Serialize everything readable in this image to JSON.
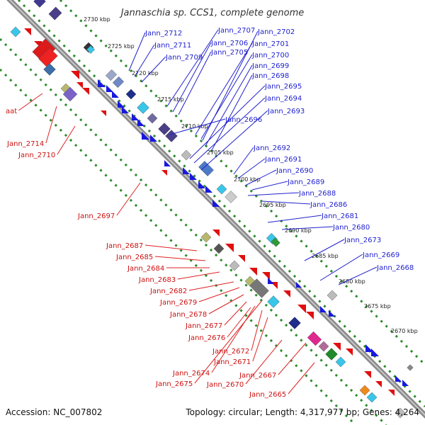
{
  "title": "Jannaschia sp. CCS1, complete genome",
  "footer": {
    "accession": "Accession: NC_007802",
    "topology": "Topology: circular; Length: 4,317,977 bp; Genes: 4,264"
  },
  "scale_labels": [
    "2730 kbp",
    "2725 kbp",
    "2720 kbp",
    "2715 kbp",
    "2710 kbp",
    "2705 kbp",
    "2700 kbp",
    "2695 kbp",
    "2690 kbp",
    "2685 kbp",
    "2680 kbp",
    "2675 kbp",
    "2670 kbp"
  ],
  "gene_labels_blue": [
    "Jann_2712",
    "Jann_2711",
    "Jann_2709",
    "Jann_2707",
    "Jann_2706",
    "Jann_2705",
    "Jann_2702",
    "Jann_2701",
    "Jann_2700",
    "Jann_2699",
    "Jann_2698",
    "Jann_2695",
    "Jann_2694",
    "Jann_2693",
    "Jann_2696",
    "Jann_2692",
    "Jann_2691",
    "Jann_2690",
    "Jann_2689",
    "Jann_2688",
    "Jann_2686",
    "Jann_2681",
    "Jann_2680",
    "Jann_2673",
    "Jann_2669",
    "Jann_2668"
  ],
  "gene_labels_red": [
    "aat",
    "Jann_2714",
    "Jann_2710",
    "Jann_2697",
    "Jann_2687",
    "Jann_2685",
    "Jann_2684",
    "Jann_2683",
    "Jann_2682",
    "Jann_2679",
    "Jann_2678",
    "Jann_2677",
    "Jann_2676",
    "Jann_2672",
    "Jann_2671",
    "Jann_2674",
    "Jann_2670",
    "Jann_2675",
    "Jann_2667",
    "Jann_2665"
  ]
}
